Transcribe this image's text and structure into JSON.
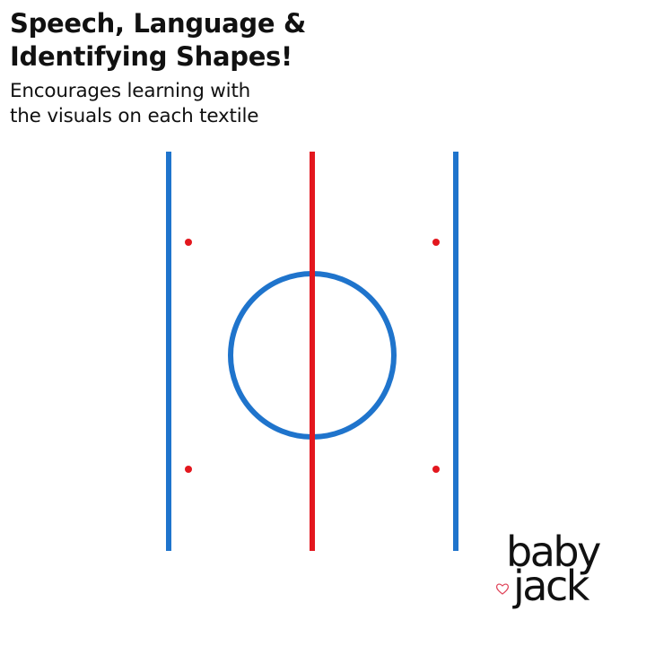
{
  "headline": {
    "line1": "Speech, Language &",
    "line2": "Identifying Shapes!"
  },
  "subhead": {
    "line1": "Encourages learning with",
    "line2": "the visuals on each textile"
  },
  "logo": {
    "word1": "baby",
    "word2": "jack",
    "heart_color": "#e0455a"
  },
  "colors": {
    "blue": "#1f74cc",
    "red": "#e3171e",
    "text": "#111111"
  }
}
